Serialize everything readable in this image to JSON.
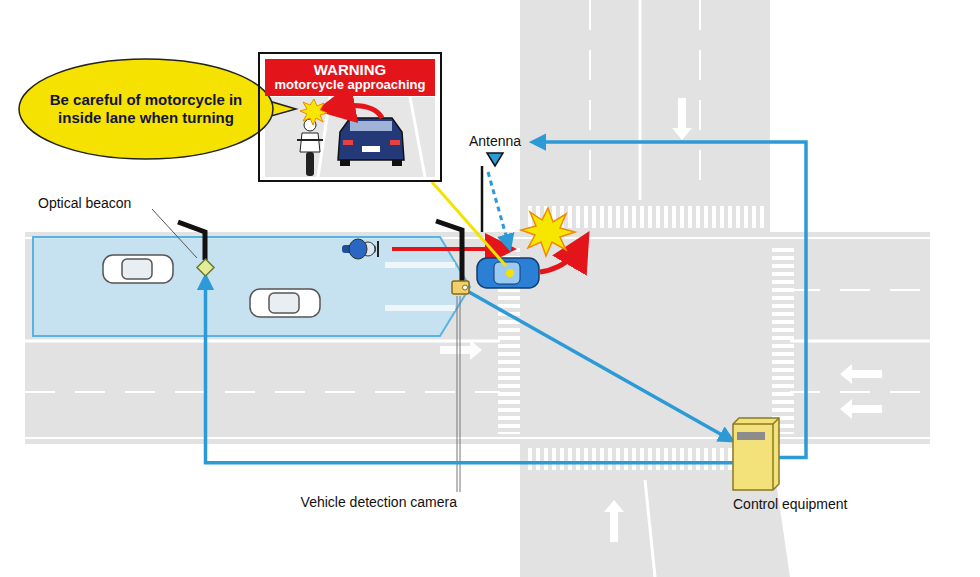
{
  "diagram": {
    "nodes": [
      {
        "text": [
          "Be careful of motorcycle in inside lane when turning"
        ]
      },
      {
        "text": [
          "WARNING",
          "motorcycle approaching"
        ]
      },
      {
        "text": [
          "Optical beacon"
        ]
      },
      {
        "text": [
          "Antenna"
        ]
      },
      {
        "text": [
          "Vehicle detection camera"
        ]
      },
      {
        "text": [
          "Control equipment"
        ]
      }
    ],
    "edges": [
      {
        "from": 5,
        "to": 2,
        "arrow": "to"
      },
      {
        "from": 4,
        "to": 5,
        "arrow": "to"
      },
      {
        "from": 5,
        "to": 3,
        "arrow": "to"
      }
    ]
  }
}
